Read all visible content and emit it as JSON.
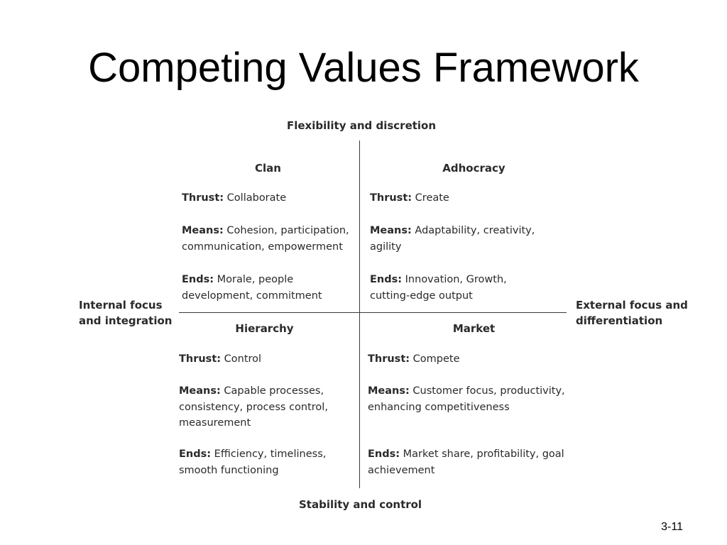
{
  "slide": {
    "title": "Competing Values Framework",
    "page_number": "3-11"
  },
  "diagram": {
    "axes": {
      "top": "Flexibility and discretion",
      "bottom": "Stability and control",
      "left_line1": "Internal focus",
      "left_line2": "and integration",
      "right_line1": "External focus and",
      "right_line2": "differentiation"
    },
    "quadrants": {
      "clan": {
        "title": "Clan",
        "thrust_label": "Thrust:",
        "thrust": "Collaborate",
        "means_label": "Means:",
        "means_line1": "Cohesion, participation,",
        "means_line2": "communication, empowerment",
        "ends_label": "Ends:",
        "ends_line1": "Morale, people",
        "ends_line2": "development, commitment"
      },
      "adhocracy": {
        "title": "Adhocracy",
        "thrust_label": "Thrust:",
        "thrust": "Create",
        "means_label": "Means:",
        "means_line1": "Adaptability, creativity,",
        "means_line2": "agility",
        "ends_label": "Ends:",
        "ends_line1": "Innovation, Growth,",
        "ends_line2": "cutting-edge output"
      },
      "hierarchy": {
        "title": "Hierarchy",
        "thrust_label": "Thrust:",
        "thrust": "Control",
        "means_label": "Means:",
        "means_line1": "Capable processes,",
        "means_line2": "consistency, process control,",
        "means_line3": "measurement",
        "ends_label": "Ends:",
        "ends_line1": "Efficiency, timeliness,",
        "ends_line2": "smooth functioning"
      },
      "market": {
        "title": "Market",
        "thrust_label": "Thrust:",
        "thrust": "Compete",
        "means_label": "Means:",
        "means_line1": "Customer focus, productivity,",
        "means_line2": "enhancing competitiveness",
        "ends_label": "Ends:",
        "ends_line1": "Market share, profitability, goal",
        "ends_line2": "achievement"
      }
    }
  }
}
